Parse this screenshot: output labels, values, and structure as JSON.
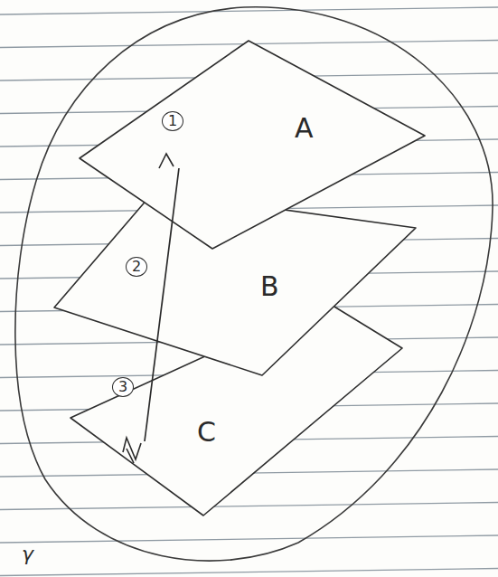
{
  "diagram": {
    "nodes": [
      {
        "text": [
          "A"
        ]
      },
      {
        "text": [
          "B"
        ]
      },
      {
        "text": [
          "C"
        ]
      }
    ],
    "labels": [
      "1",
      "2",
      "3",
      "γ"
    ]
  }
}
